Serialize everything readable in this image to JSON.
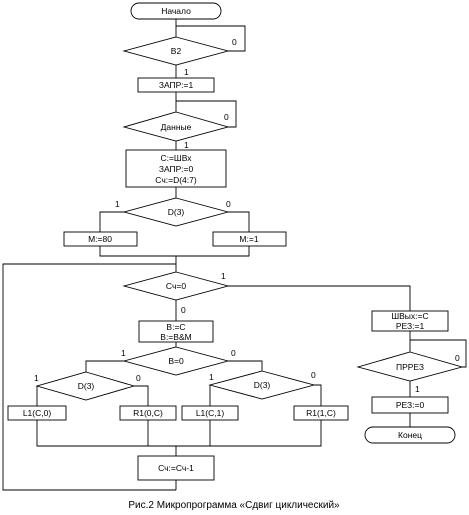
{
  "caption": "Рис.2 Микропрограмма «Сдвиг циклический»",
  "terminals": {
    "start": "Начало",
    "end": "Конец"
  },
  "decisions": {
    "b2": "B2",
    "dannye": "Данные",
    "d3_top": "D(3)",
    "sch0": "Сч=0",
    "b0": "B=0",
    "d3_left": "D(3)",
    "d3_right": "D(3)",
    "prrez": "ПРРЕЗ"
  },
  "blocks": {
    "zapr1": "ЗАПР:=1",
    "load_1": "C:=ШВх",
    "load_2": "ЗАПР:=0",
    "load_3": "Сч:=D(4:7)",
    "m80": "M:=80",
    "m1": "M:=1",
    "b_1": "B:=C",
    "b_2": "B:=B&M",
    "l1c0": "L1(C,0)",
    "r1_0c": "R1(0,C)",
    "l1c1": "L1(C,1)",
    "r1_1c": "R1(1,C)",
    "dec": "Сч:=Сч-1",
    "out_1": "ШВых:=C",
    "out_2": "РЕЗ:=1",
    "rez0": "РЕЗ:=0"
  },
  "branch_labels": {
    "one": "1",
    "zero": "0"
  }
}
